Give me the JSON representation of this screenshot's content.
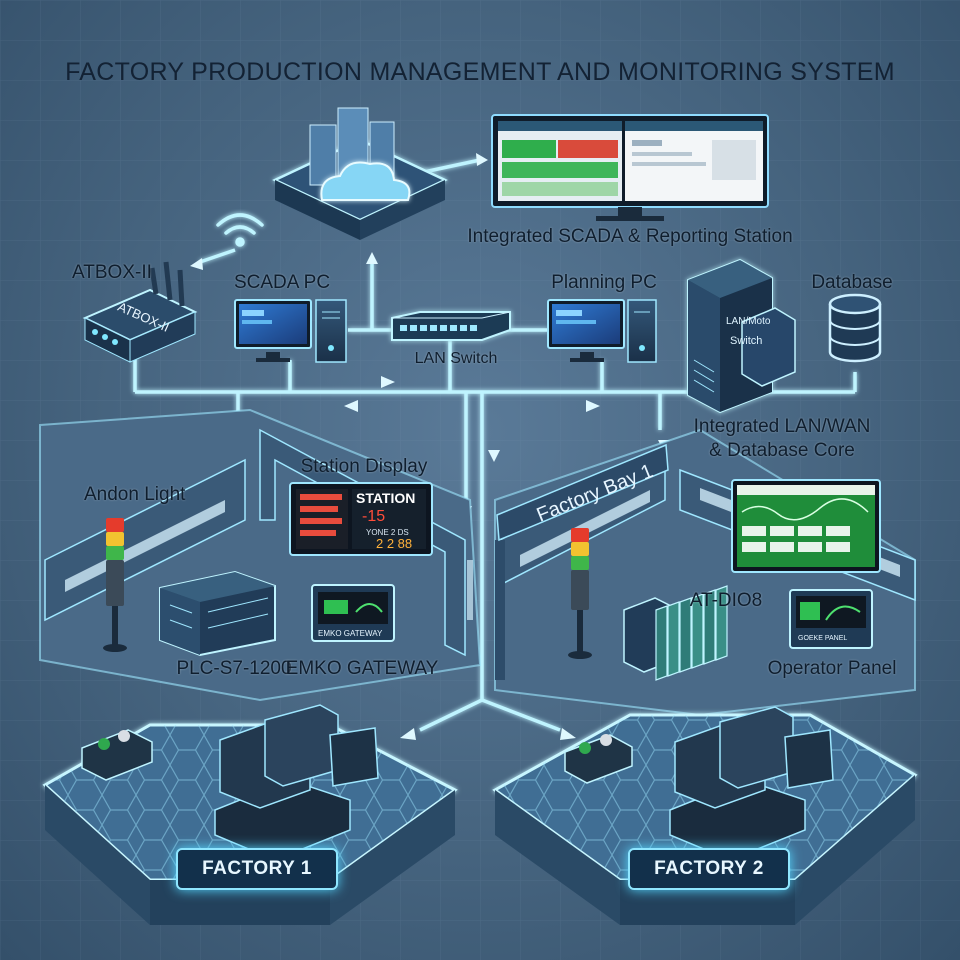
{
  "title": "FACTORY PRODUCTION MANAGEMENT AND MONITORING SYSTEM",
  "colors": {
    "glow": "#7fe8ff",
    "device": "#1f3a55",
    "device_edge": "#9fe7ff",
    "screen_green": "#27b34a",
    "andon_red": "#e53b2c",
    "andon_yellow": "#f2c230",
    "andon_green": "#3fb64a"
  },
  "nodes": {
    "cloud_server": {
      "label": "",
      "icon": "cloud-server-icon"
    },
    "scada_station": {
      "label": "Integrated SCADA & Reporting Station",
      "icon": "monitor-icon"
    },
    "atbox": {
      "label": "ATBOX-II",
      "device_text": "ATBOX-II",
      "icon": "router-icon"
    },
    "scada_pc": {
      "label": "SCADA PC",
      "icon": "desktop-pc-icon"
    },
    "lan_switch": {
      "label": "LAN Switch",
      "icon": "switch-icon"
    },
    "planning_pc": {
      "label": "Planning PC",
      "icon": "desktop-pc-icon"
    },
    "database": {
      "label": "Database",
      "icon": "database-icon"
    },
    "core": {
      "label_line1": "Integrated LAN/WAN",
      "label_line2": "& Database Core",
      "device_text_1": "LAN/Moto",
      "device_text_2": "Switch",
      "icon": "server-rack-icon"
    },
    "station_display": {
      "label": "Station Display",
      "screen_title": "STATION",
      "screen_value": "-15",
      "screen_sub": "YONE 2 DS",
      "screen_nums": "2 2 88"
    },
    "andon_light": {
      "label": "Andon Light",
      "icon": "andon-tower-icon"
    },
    "plc": {
      "label": "PLC-S7-1200",
      "icon": "plc-icon"
    },
    "emko": {
      "label": "EMKO GATEWAY",
      "device_text": "EMKO GATEWAY",
      "icon": "gateway-icon"
    },
    "factory_bay": {
      "label": "Factory Bay 1"
    },
    "at_dio8": {
      "label": "AT-DIO8",
      "icon": "io-module-icon"
    },
    "operator_panel": {
      "label": "Operator Panel",
      "device_text": "GOEKE PANEL",
      "icon": "hmi-panel-icon"
    }
  },
  "factories": [
    {
      "label": "FACTORY 1"
    },
    {
      "label": "FACTORY 2"
    }
  ]
}
